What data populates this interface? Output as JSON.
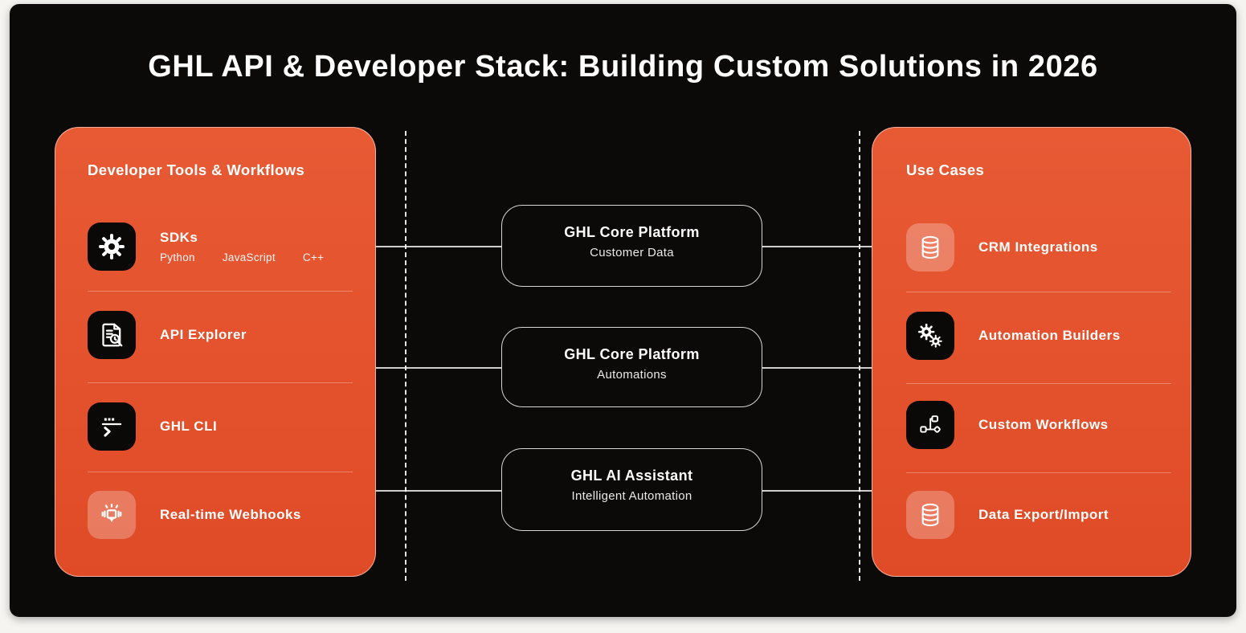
{
  "title": "GHL API & Developer Stack: Building Custom Solutions in 2026",
  "left_panel": {
    "title": "Developer Tools & Workflows",
    "items": [
      {
        "icon": "gear-icon",
        "label": "SDKs",
        "tags": [
          "Python",
          "JavaScript",
          "C++"
        ]
      },
      {
        "icon": "document-search-icon",
        "label": "API Explorer"
      },
      {
        "icon": "terminal-icon",
        "label": "GHL CLI"
      },
      {
        "icon": "webhook-ping-icon",
        "label": "Real-time Webhooks"
      }
    ]
  },
  "center_nodes": [
    {
      "title": "GHL Core Platform",
      "subtitle": "Customer Data"
    },
    {
      "title": "GHL Core Platform",
      "subtitle": "Automations"
    },
    {
      "title": "GHL AI Assistant",
      "subtitle": "Intelligent Automation"
    }
  ],
  "right_panel": {
    "title": "Use Cases",
    "items": [
      {
        "icon": "database-icon",
        "label": "CRM Integrations"
      },
      {
        "icon": "double-gear-icon",
        "label": "Automation Builders"
      },
      {
        "icon": "workflow-nodes-icon",
        "label": "Custom Workflows"
      },
      {
        "icon": "database-icon",
        "label": "Data Export/Import"
      }
    ]
  },
  "colors": {
    "panel_orange": "#E2502B",
    "canvas_black": "#0B0A09",
    "tile_dark": "#0A0908",
    "line_white": "#E8E8E8"
  }
}
